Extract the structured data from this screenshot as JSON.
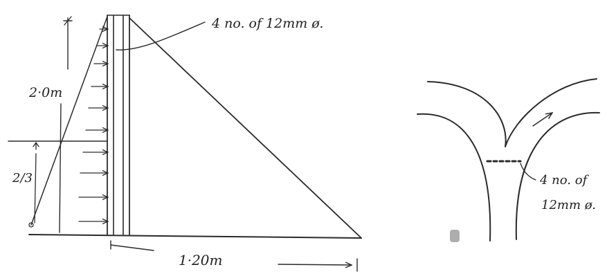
{
  "left_figure": {
    "height_label": "2·0m",
    "ratio_label": "2/3",
    "base_label": "1·20m",
    "rebar_label": "4 no. of 12mm ø."
  },
  "right_figure": {
    "rebar_label_line1": "4 no. of",
    "rebar_label_line2": "12mm ø."
  }
}
